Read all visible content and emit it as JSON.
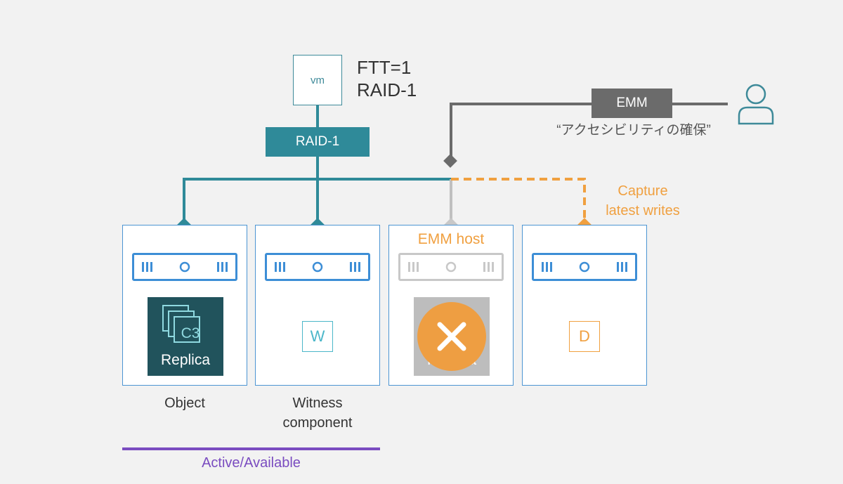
{
  "vm": {
    "label": "vm",
    "ftt": "FTT=1",
    "raid": "RAID-1"
  },
  "raid_bar": "RAID-1",
  "emm": {
    "label": "EMM",
    "note": "“アクセシビリティの確保”"
  },
  "capture": {
    "line1": "Capture",
    "line2": "latest writes"
  },
  "hosts": [
    {
      "component": "C3",
      "component_sub": "Replica",
      "caption1": "Object",
      "caption2": ""
    },
    {
      "component": "W",
      "caption1": "Witness",
      "caption2": "component"
    },
    {
      "badge": "EMM host",
      "component_sub": "Replica"
    },
    {
      "component": "D"
    }
  ],
  "status": {
    "label": "Active/Available"
  },
  "colors": {
    "teal": "#2f8a99",
    "blue": "#3d8ed6",
    "orange": "#f0a040",
    "gray": "#6b6b6b",
    "purple": "#7a4cc0"
  }
}
